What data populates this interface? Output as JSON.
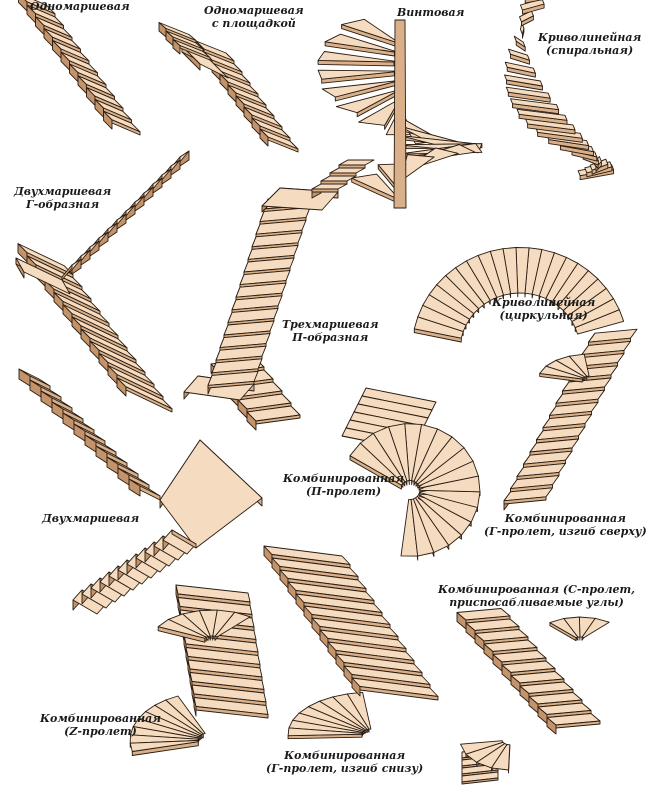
{
  "labels": {
    "one_flight": "Одномаршевая",
    "one_flight_landing": [
      "Одномаршевая",
      "с площадкой"
    ],
    "spiral_screw": "Винтовая",
    "curved_spiral": [
      "Криволинейная",
      "(спиральная)"
    ],
    "two_flight_l": [
      "Двухмаршевая",
      "Г-образная"
    ],
    "three_flight_u": [
      "Трехмаршевая",
      "П-образная"
    ],
    "curved_circular": [
      "Криволинейная",
      "(циркульная)"
    ],
    "two_flight": "Двухмаршевая",
    "combined_u": [
      "Комбинированная",
      "(П-пролет)"
    ],
    "combined_l_top": [
      "Комбинированная",
      "(Г-пролет, изгиб сверху)"
    ],
    "combined_c": [
      "Комбинированная (С-пролет,",
      "приспосабливаемые углы)"
    ],
    "combined_z": [
      "Комбинированная",
      "(Z-пролет)"
    ],
    "combined_l_bottom": [
      "Комбинированная",
      "(Г-пролет, изгиб снизу)"
    ]
  },
  "colors": {
    "tread": "#f5dcc0",
    "riser": "#d9b08a",
    "side": "#c4936a",
    "outline": "#2a1d12",
    "text": "#1a1a1a"
  }
}
